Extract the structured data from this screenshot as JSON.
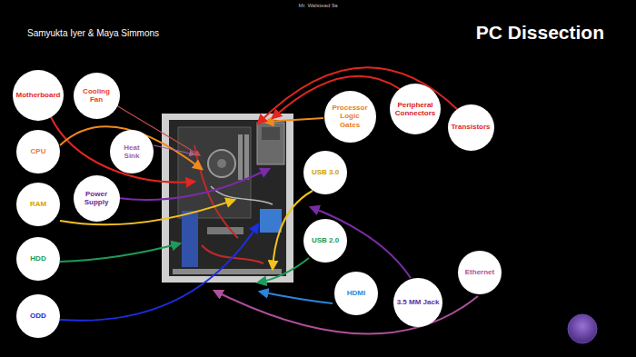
{
  "diagram": {
    "title": "PC Dissection",
    "nodes": [
      {
        "text": [
          "Motherboard"
        ]
      },
      {
        "text": [
          "Cooling Fan"
        ]
      },
      {
        "text": [
          "Processor Logic Gates"
        ]
      },
      {
        "text": [
          "Peripheral Connectors"
        ]
      },
      {
        "text": [
          "Transistors"
        ]
      },
      {
        "text": [
          "CPU"
        ]
      },
      {
        "text": [
          "Heat Sink"
        ]
      },
      {
        "text": [
          "USB 3.0"
        ]
      },
      {
        "text": [
          "Power Supply"
        ]
      },
      {
        "text": [
          "RAM"
        ]
      },
      {
        "text": [
          "USB 2.0"
        ]
      },
      {
        "text": [
          "HDD"
        ]
      },
      {
        "text": [
          "Ethernet"
        ]
      },
      {
        "text": [
          "HDMI"
        ]
      },
      {
        "text": [
          "3.5 MM Jack"
        ]
      },
      {
        "text": [
          "ODD"
        ]
      }
    ],
    "labels": [
      "Mr. Walstead 9a",
      "Samyukta Iyer & Maya Simmons"
    ]
  }
}
